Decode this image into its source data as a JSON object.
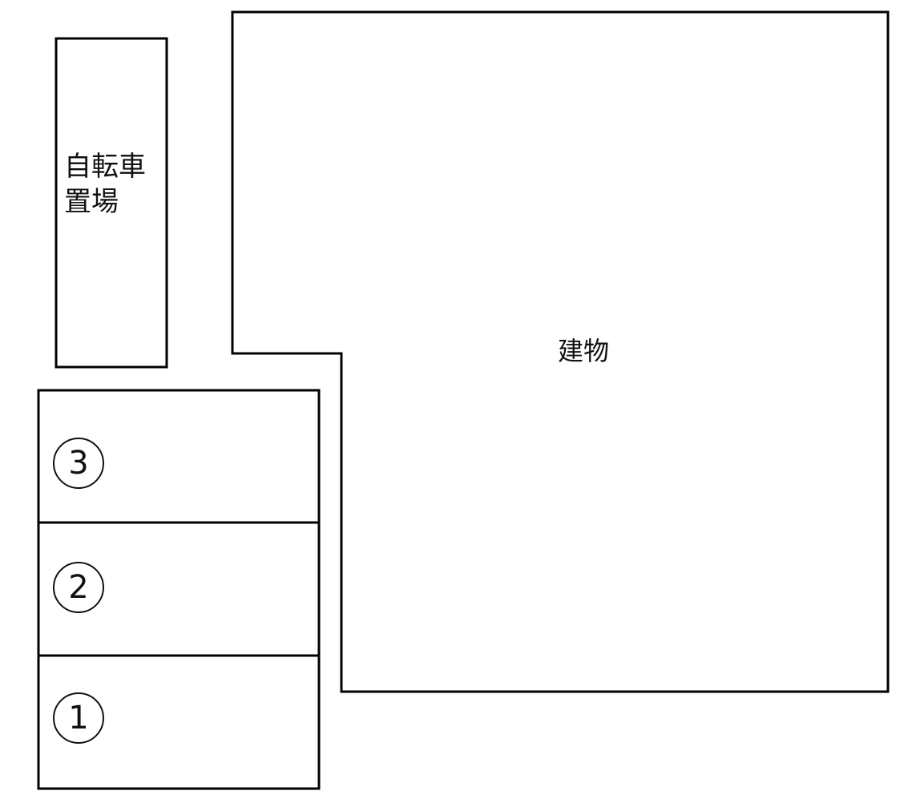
{
  "diagram": {
    "type": "site-layout",
    "stroke_color": "#000000",
    "background": "#ffffff",
    "building": {
      "label": "建物"
    },
    "bicycle_parking": {
      "label": "自転車\n置場"
    },
    "parking_spaces": [
      {
        "number": "3",
        "label": "3"
      },
      {
        "number": "2",
        "label": "2"
      },
      {
        "number": "1",
        "label": "1"
      }
    ]
  }
}
